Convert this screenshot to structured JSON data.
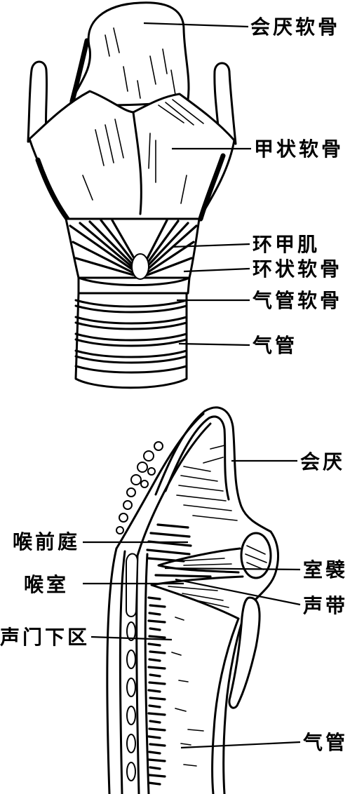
{
  "labels": {
    "top": {
      "epiglottic_cartilage": "会厌软骨",
      "thyroid_cartilage": "甲状软骨",
      "cricothyroid_muscle": "环甲肌",
      "cricoid_cartilage": "环状软骨",
      "tracheal_cartilage": "气管软骨",
      "trachea": "气管"
    },
    "bottom": {
      "epiglottis": "会厌",
      "laryngeal_vestibule": "喉前庭",
      "laryngeal_ventricle": "喉室",
      "ventricular_fold": "室襞",
      "vocal_fold": "声带",
      "subglottic_region": "声门下区",
      "trachea": "气管"
    }
  },
  "colors": {
    "ink": "#000000",
    "paper": "#ffffff"
  }
}
